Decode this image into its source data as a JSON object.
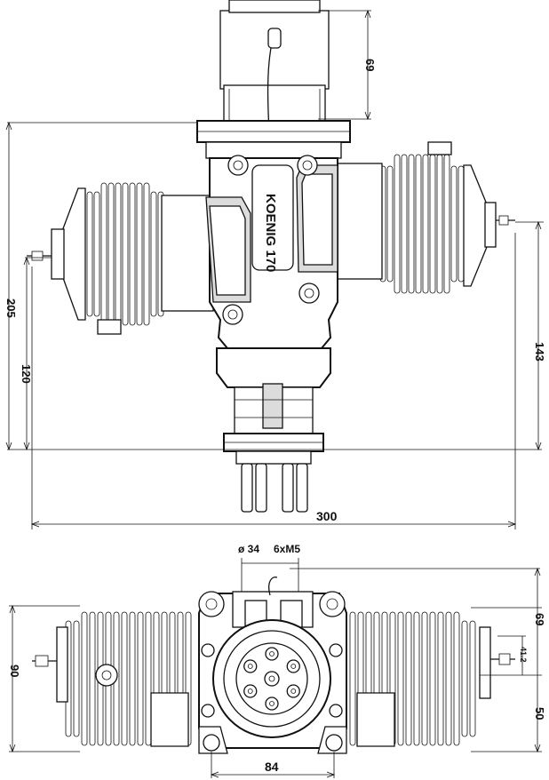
{
  "drawing": {
    "top_view": {
      "dim_overall_height": "205",
      "dim_lower_height": "120",
      "dim_right_height": "143",
      "dim_top_block": "69",
      "dim_width": "300",
      "engine_label": "KOENIG 170"
    },
    "front_view": {
      "dim_shaft_dia": "ø 34",
      "dim_bolts": "6xM5",
      "dim_left_height": "90",
      "dim_right_upper": "69",
      "dim_right_mid": "41.2",
      "dim_right_lower": "50",
      "dim_base_width": "84"
    },
    "colors": {
      "line": "#111111",
      "background": "#ffffff"
    }
  }
}
